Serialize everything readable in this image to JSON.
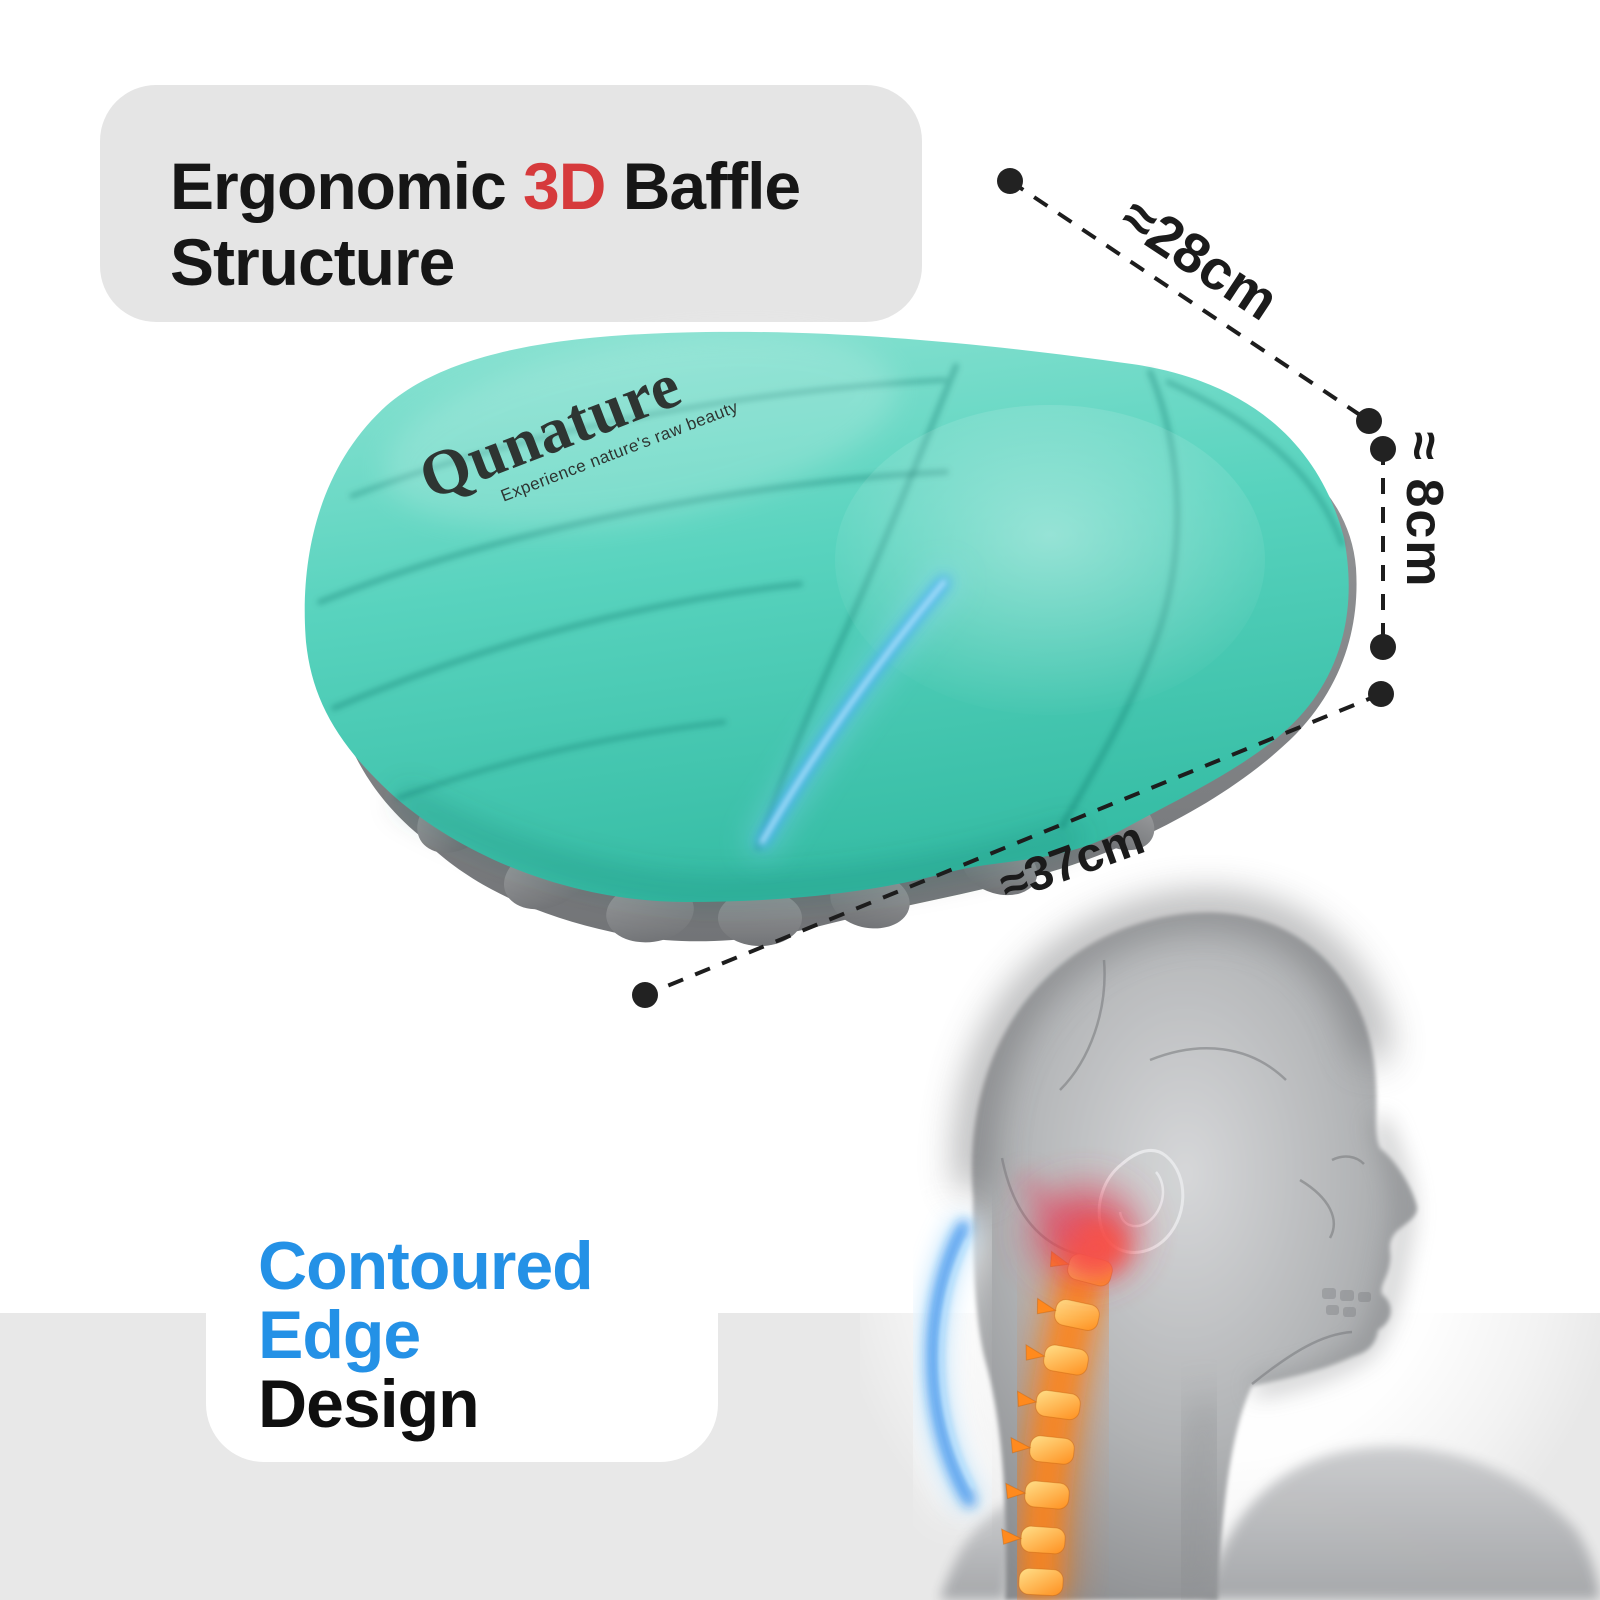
{
  "canvas": {
    "background": "#ffffff",
    "footer_band_color": "#e8e8e8"
  },
  "title_card": {
    "background": "#e5e5e5",
    "segment_black_1": "Ergonomic ",
    "segment_red": "3D",
    "segment_black_2": " Baffle",
    "line2": "Structure",
    "text_color": "#161616",
    "highlight_color": "#d63a3c"
  },
  "pillow": {
    "brand": "Qunature",
    "tagline": "Experience nature's raw beauty",
    "fabric_color": "#57d2bd",
    "base_color": "#8e9193",
    "seam_glow_color": "#3fa9f5"
  },
  "dimensions": {
    "line_color": "#1d1d1d",
    "width_label": "≈28cm",
    "height_label": "≈ 8cm",
    "length_label": "≈37cm"
  },
  "feature": {
    "line1": "Contoured",
    "line2": "Edge",
    "line3": "Design",
    "accent_color": "#2491e6",
    "dark_color": "#0f0f0f",
    "card_background": "#ffffff"
  },
  "anatomy": {
    "spine_highlight_color": "#ff8a1e",
    "pain_highlight_color": "#e23c55",
    "support_arc_color": "#1d7fe8"
  }
}
